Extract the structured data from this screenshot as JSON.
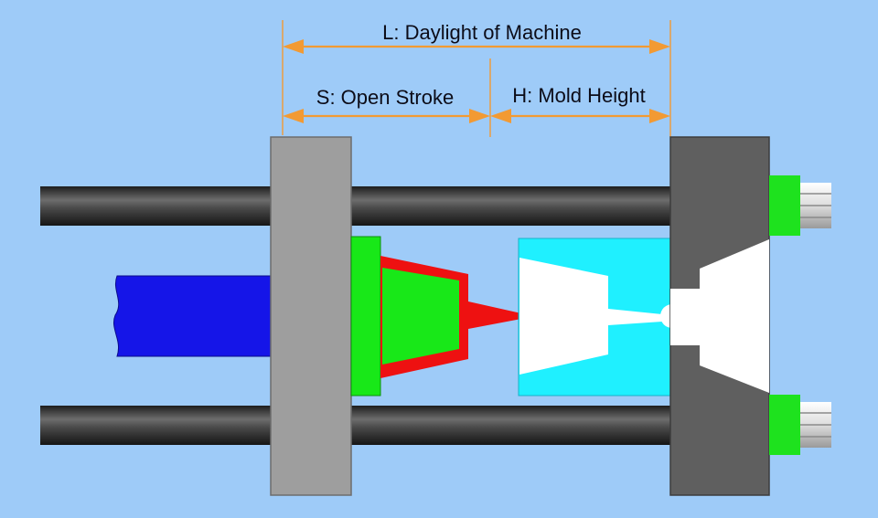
{
  "labels": {
    "daylight": "L: Daylight of Machine",
    "open_stroke": "S: Open Stroke",
    "mold_height": "H: Mold Height"
  },
  "colors": {
    "background": "#9ecbf8",
    "dimension": "#f29a33",
    "platen_moving": "#9e9e9e",
    "platen_stationary": "#5f5f5f",
    "tie_bar": "#3a3a3a",
    "ram": "#1515e8",
    "core_half": "#18e818",
    "sprue_red": "#ee1111",
    "cavity_half": "#1ff0ff",
    "part": "#ffffff",
    "tie_nut": "#1ee21e"
  }
}
